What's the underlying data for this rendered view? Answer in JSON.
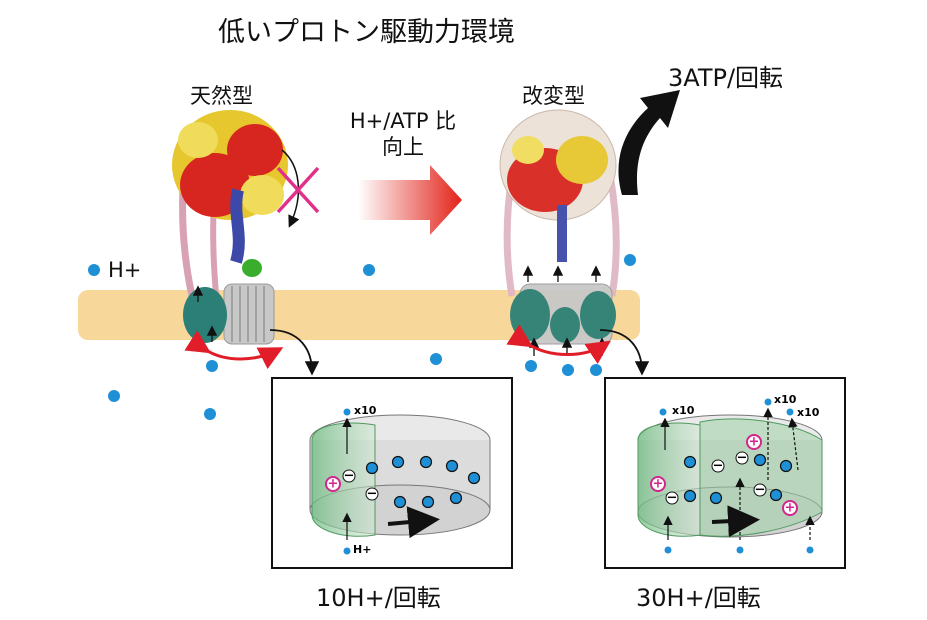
{
  "title": "低いプロトン駆動力環境",
  "labels": {
    "wild_type": "天然型",
    "modified": "改変型",
    "arrow_line1": "H+/ATP 比",
    "arrow_line2": "向上",
    "atp_output": "3ATP/回転",
    "proton_label": "H+"
  },
  "panels": {
    "left": {
      "caption": "10H+/回転",
      "count": "x10",
      "entry": "H+",
      "plus": "+",
      "minus": "−"
    },
    "right": {
      "caption": "30H+/回転",
      "count_a": "x10",
      "count_b": "x10",
      "count_c": "x10",
      "plus": "+",
      "minus": "−"
    }
  },
  "colors": {
    "membrane": "#f8d79b",
    "proton": "#1f8fd6",
    "rotation_arrow": "#e11d2a",
    "cross": "#e0308a",
    "ring": "#8fc79a",
    "gradient_arrow": "#e2231a"
  }
}
